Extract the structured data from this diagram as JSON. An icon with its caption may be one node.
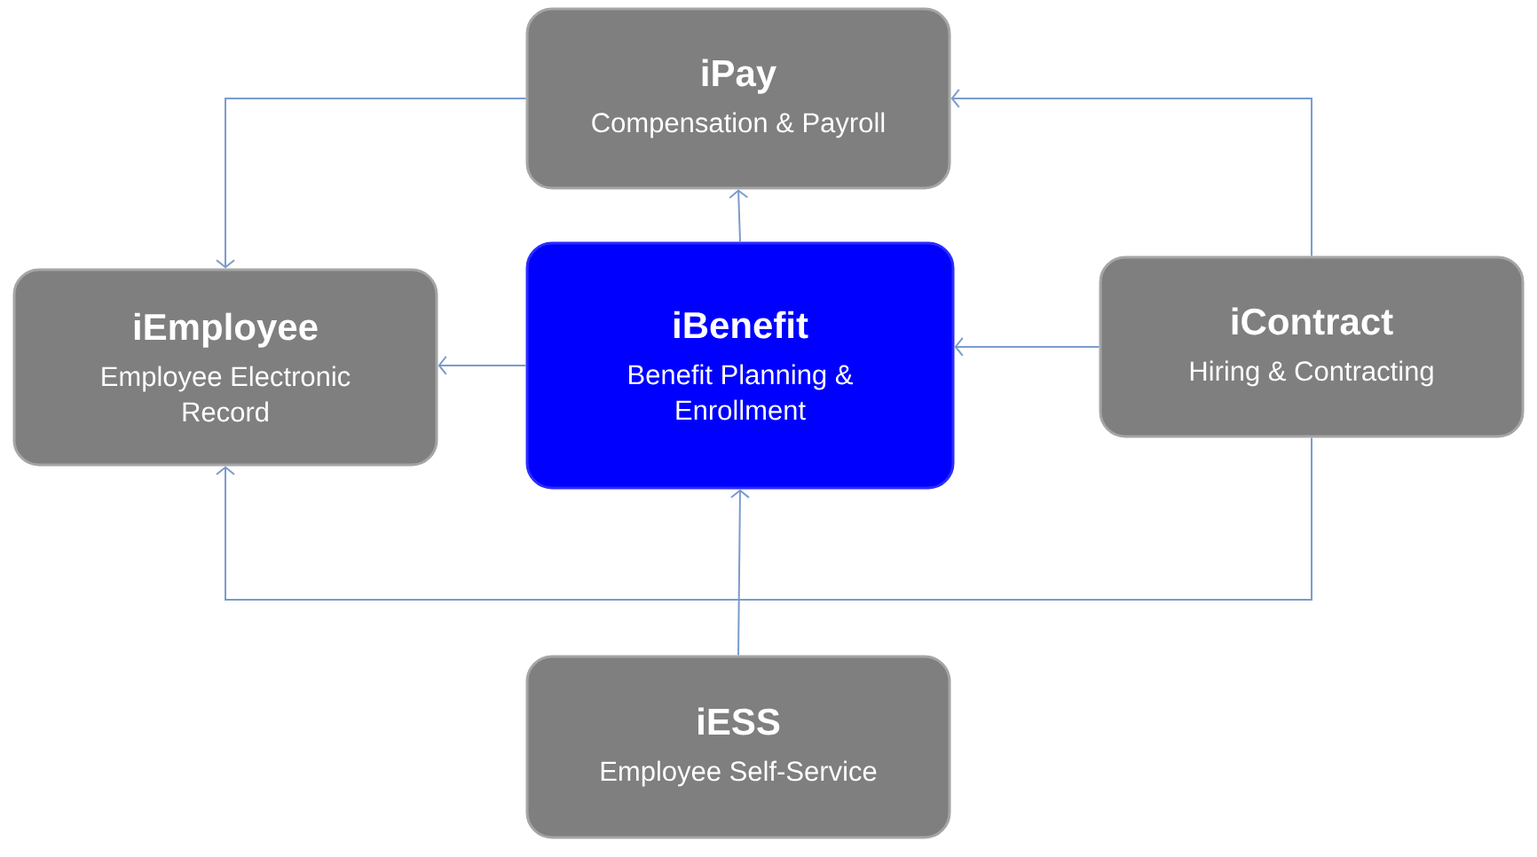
{
  "diagram": {
    "nodes": [
      {
        "text": [
          "iPay",
          "Compensation & Payroll"
        ]
      },
      {
        "text": [
          "iEmployee",
          "Employee Electronic Record"
        ]
      },
      {
        "text": [
          "iBenefit",
          "Benefit Planning & Enrollment"
        ]
      },
      {
        "text": [
          "iContract",
          "Hiring & Contracting"
        ]
      },
      {
        "text": [
          "iESS",
          "Employee Self-Service"
        ]
      }
    ],
    "edges": [
      {
        "from": 0,
        "to": 1,
        "arrow": "to"
      },
      {
        "from": 3,
        "to": 0,
        "arrow": "to"
      },
      {
        "from": 2,
        "to": 0,
        "arrow": "to"
      },
      {
        "from": 2,
        "to": 1,
        "arrow": "to"
      },
      {
        "from": 3,
        "to": 2,
        "arrow": "to"
      },
      {
        "from": 3,
        "to": 1,
        "arrow": "to"
      },
      {
        "from": 4,
        "to": 2,
        "arrow": "to"
      }
    ]
  }
}
